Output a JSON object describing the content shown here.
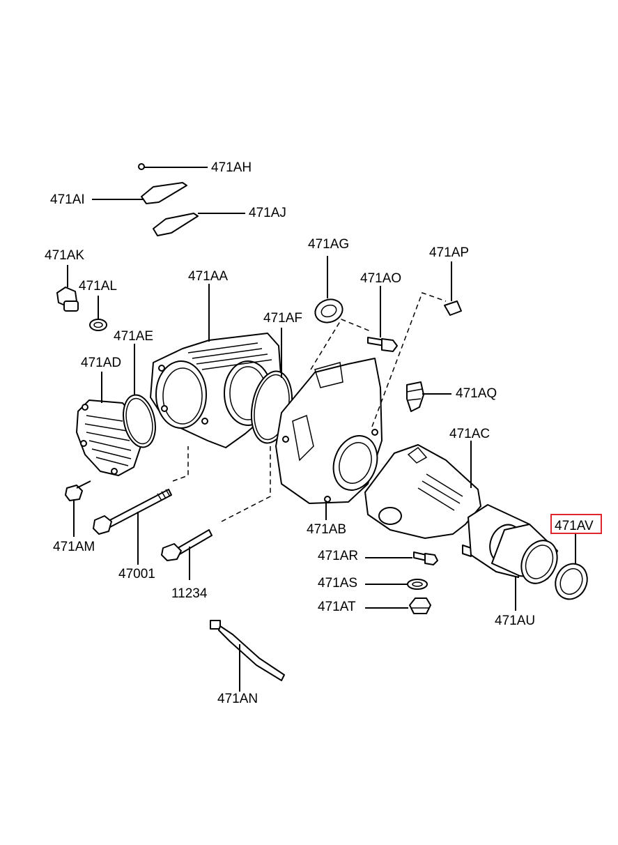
{
  "labels": {
    "l471AH": "471AH",
    "l471AI": "471AI",
    "l471AJ": "471AJ",
    "l471AK": "471AK",
    "l471AL": "471AL",
    "l471AA": "471AA",
    "l471AG": "471AG",
    "l471AO": "471AO",
    "l471AP": "471AP",
    "l471AF": "471AF",
    "l471AE": "471AE",
    "l471AD": "471AD",
    "l471AQ": "471AQ",
    "l471AC": "471AC",
    "l471AV": "471AV",
    "l471AB": "471AB",
    "l471AM": "471AM",
    "l471AR": "471AR",
    "l471AS": "471AS",
    "l471AT": "471AT",
    "l47001": "47001",
    "l11234": "11234",
    "l471AU": "471AU",
    "l471AN": "471AN"
  },
  "highlight": {
    "part": "471AV",
    "color": "#e0262b"
  }
}
